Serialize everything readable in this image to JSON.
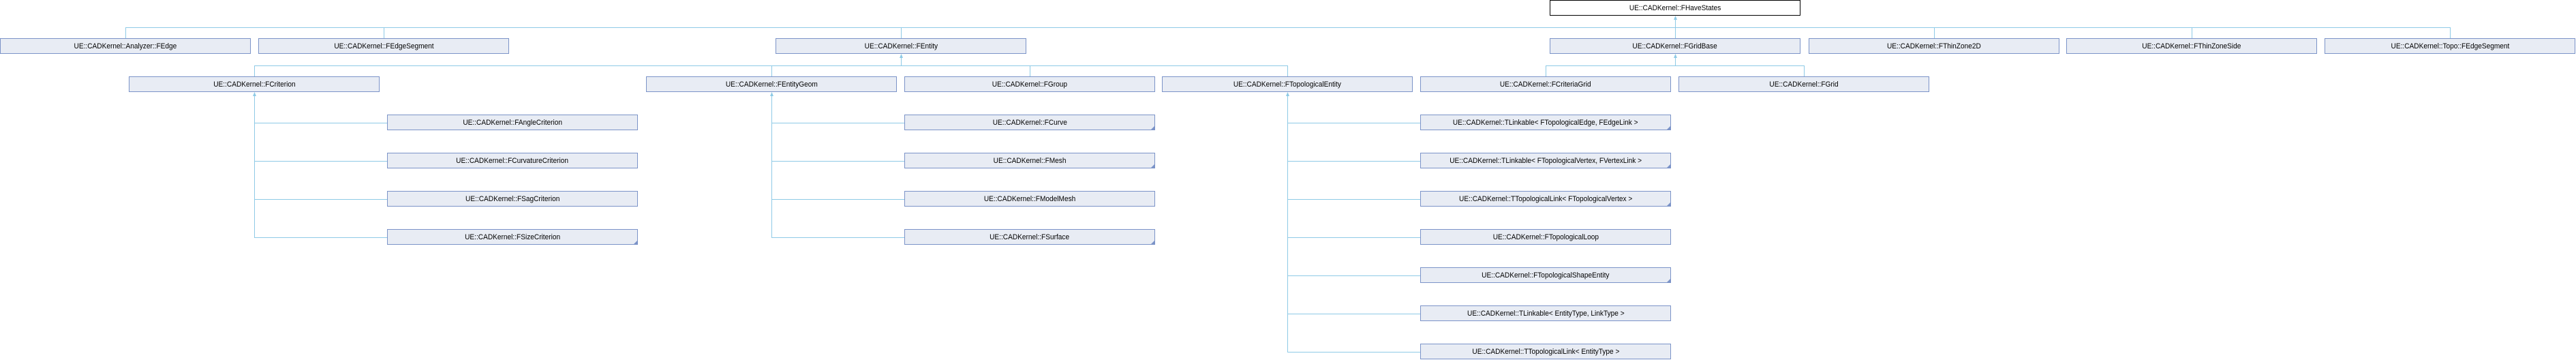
{
  "diagram": {
    "root": "UE::CADKernel::FHaveStates",
    "nodes": [
      {
        "id": "FHaveStates",
        "label": "UE::CADKernel::FHaveStates",
        "parent": null
      },
      {
        "id": "AnalyzerFEdge",
        "label": "UE::CADKernel::Analyzer::FEdge",
        "parent": "FHaveStates"
      },
      {
        "id": "FEdgeSegment",
        "label": "UE::CADKernel::FEdgeSegment",
        "parent": "FHaveStates"
      },
      {
        "id": "FEntity",
        "label": "UE::CADKernel::FEntity",
        "parent": "FHaveStates"
      },
      {
        "id": "FGridBase",
        "label": "UE::CADKernel::FGridBase",
        "parent": "FHaveStates"
      },
      {
        "id": "FThinZone2D",
        "label": "UE::CADKernel::FThinZone2D",
        "parent": "FHaveStates"
      },
      {
        "id": "FThinZoneSide",
        "label": "UE::CADKernel::FThinZoneSide",
        "parent": "FHaveStates"
      },
      {
        "id": "TopoFEdgeSegment",
        "label": "UE::CADKernel::Topo::FEdgeSegment",
        "parent": "FHaveStates"
      },
      {
        "id": "FCriterion",
        "label": "UE::CADKernel::FCriterion",
        "parent": "FEntity"
      },
      {
        "id": "FEntityGeom",
        "label": "UE::CADKernel::FEntityGeom",
        "parent": "FEntity"
      },
      {
        "id": "FGroup",
        "label": "UE::CADKernel::FGroup",
        "parent": "FEntity"
      },
      {
        "id": "FTopologicalEntity",
        "label": "UE::CADKernel::FTopologicalEntity",
        "parent": "FEntity"
      },
      {
        "id": "FCriteriaGrid",
        "label": "UE::CADKernel::FCriteriaGrid",
        "parent": "FGridBase"
      },
      {
        "id": "FGrid",
        "label": "UE::CADKernel::FGrid",
        "parent": "FGridBase"
      },
      {
        "id": "FAngleCriterion",
        "label": "UE::CADKernel::FAngleCriterion",
        "parent": "FCriterion"
      },
      {
        "id": "FCurvatureCriterion",
        "label": "UE::CADKernel::FCurvatureCriterion",
        "parent": "FCriterion"
      },
      {
        "id": "FSagCriterion",
        "label": "UE::CADKernel::FSagCriterion",
        "parent": "FCriterion"
      },
      {
        "id": "FSizeCriterion",
        "label": "UE::CADKernel::FSizeCriterion",
        "parent": "FCriterion",
        "has_more": true
      },
      {
        "id": "FCurve",
        "label": "UE::CADKernel::FCurve",
        "parent": "FEntityGeom",
        "has_more": true
      },
      {
        "id": "FMesh",
        "label": "UE::CADKernel::FMesh",
        "parent": "FEntityGeom",
        "has_more": true
      },
      {
        "id": "FModelMesh",
        "label": "UE::CADKernel::FModelMesh",
        "parent": "FEntityGeom"
      },
      {
        "id": "FSurface",
        "label": "UE::CADKernel::FSurface",
        "parent": "FEntityGeom",
        "has_more": true
      },
      {
        "id": "TLinkableEdge",
        "label": "UE::CADKernel::TLinkable< FTopologicalEdge, FEdgeLink >",
        "parent": "FTopologicalEntity",
        "has_more": true
      },
      {
        "id": "TLinkableVertex",
        "label": "UE::CADKernel::TLinkable< FTopologicalVertex, FVertexLink >",
        "parent": "FTopologicalEntity",
        "has_more": true
      },
      {
        "id": "TTopologicalLinkVertex",
        "label": "UE::CADKernel::TTopologicalLink< FTopologicalVertex >",
        "parent": "FTopologicalEntity",
        "has_more": true
      },
      {
        "id": "FTopologicalLoop",
        "label": "UE::CADKernel::FTopologicalLoop",
        "parent": "FTopologicalEntity"
      },
      {
        "id": "FTopologicalShapeEntity",
        "label": "UE::CADKernel::FTopologicalShapeEntity",
        "parent": "FTopologicalEntity",
        "has_more": true
      },
      {
        "id": "TLinkableGeneric",
        "label": "UE::CADKernel::TLinkable< EntityType, LinkType >",
        "parent": "FTopologicalEntity"
      },
      {
        "id": "TTopologicalLinkGeneric",
        "label": "UE::CADKernel::TTopologicalLink< EntityType >",
        "parent": "FTopologicalEntity"
      }
    ],
    "colors": {
      "node_fill": "#e8ecf4",
      "node_border": "#7b93c8",
      "edge": "#8ecae6",
      "root_border": "#000000"
    }
  }
}
